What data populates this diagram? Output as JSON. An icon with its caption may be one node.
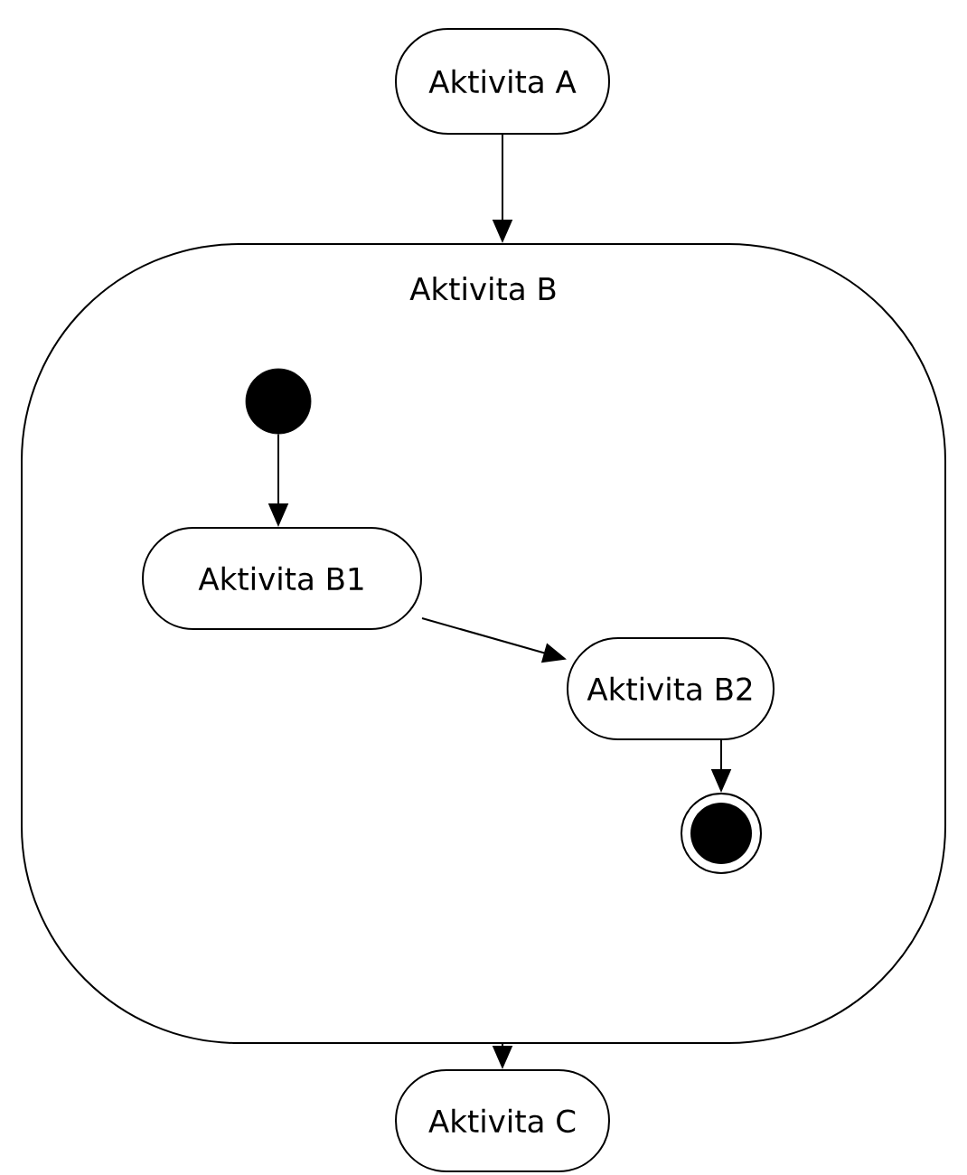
{
  "diagram": {
    "nodes": [
      {
        "text": [
          "Aktivita A"
        ]
      },
      {
        "text": [
          "Aktivita B"
        ]
      },
      {
        "text": [],
        "shape": "circle",
        "in": 1
      },
      {
        "text": [
          "Aktivita B1"
        ],
        "in": 1
      },
      {
        "text": [
          "Aktivita B2"
        ],
        "in": 1
      },
      {
        "text": [],
        "shape": "circle",
        "in": 1
      },
      {
        "text": [
          "Aktivita C"
        ]
      }
    ],
    "edges": [
      {
        "from": 0,
        "to": 1,
        "arrow": "to"
      },
      {
        "from": 2,
        "to": 3,
        "arrow": "to"
      },
      {
        "from": 3,
        "to": 4,
        "arrow": "to"
      },
      {
        "from": 4,
        "to": 5,
        "arrow": "to"
      },
      {
        "from": 1,
        "to": 6,
        "arrow": "to"
      }
    ]
  }
}
